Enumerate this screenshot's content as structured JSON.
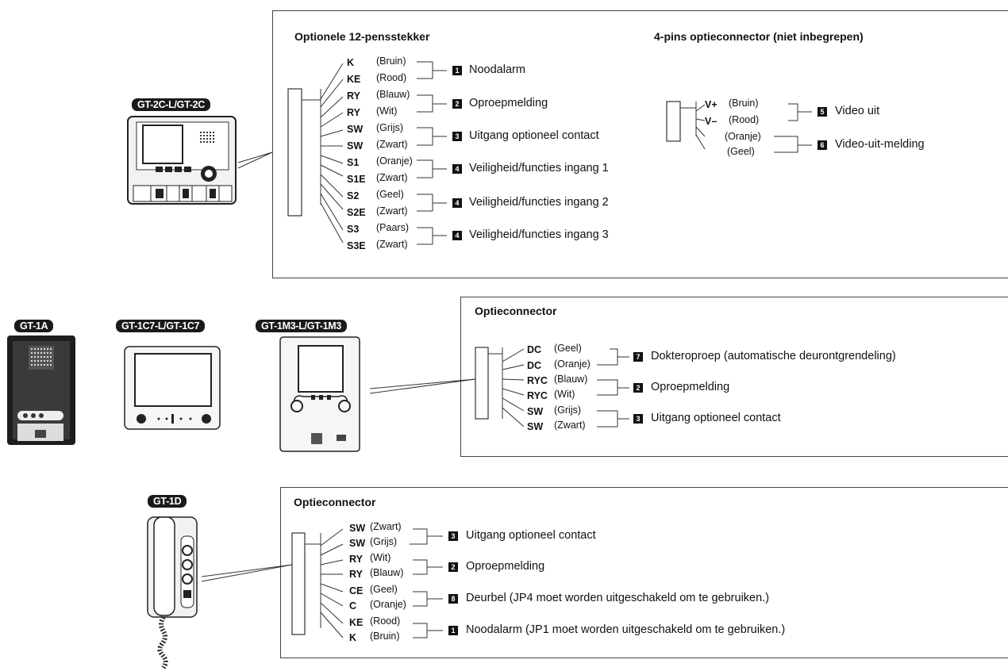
{
  "panel1": {
    "title_left": "Optionele 12-pensstekker",
    "title_right": "4-pins optieconnector (niet inbegrepen)",
    "device_label": "GT-2C-L/GT-2C",
    "wires": [
      {
        "code": "K",
        "color": "(Bruin)"
      },
      {
        "code": "KE",
        "color": "(Rood)"
      },
      {
        "code": "RY",
        "color": "(Blauw)"
      },
      {
        "code": "RY",
        "color": "(Wit)"
      },
      {
        "code": "SW",
        "color": "(Grijs)"
      },
      {
        "code": "SW",
        "color": "(Zwart)"
      },
      {
        "code": "S1",
        "color": "(Oranje)"
      },
      {
        "code": "S1E",
        "color": "(Zwart)"
      },
      {
        "code": "S2",
        "color": "(Geel)"
      },
      {
        "code": "S2E",
        "color": "(Zwart)"
      },
      {
        "code": "S3",
        "color": "(Paars)"
      },
      {
        "code": "S3E",
        "color": "(Zwart)"
      }
    ],
    "functions": [
      {
        "num": "1",
        "label": "Noodalarm"
      },
      {
        "num": "2",
        "label": "Oproepmelding"
      },
      {
        "num": "3",
        "label": "Uitgang optioneel contact"
      },
      {
        "num": "4",
        "label": "Veiligheid/functies ingang 1"
      },
      {
        "num": "4",
        "label": "Veiligheid/functies ingang 2"
      },
      {
        "num": "4",
        "label": "Veiligheid/functies ingang 3"
      }
    ],
    "four_pin_wires": [
      {
        "code": "V+",
        "color": "(Bruin)"
      },
      {
        "code": "V–",
        "color": "(Rood)"
      },
      {
        "code": "",
        "color": "(Oranje)"
      },
      {
        "code": "",
        "color": "(Geel)"
      }
    ],
    "four_pin_functions": [
      {
        "num": "5",
        "label": "Video uit"
      },
      {
        "num": "6",
        "label": "Video-uit-melding"
      }
    ]
  },
  "panel2": {
    "title": "Optieconnector",
    "device_labels": [
      "GT-1A",
      "GT-1C7-L/GT-1C7",
      "GT-1M3-L/GT-1M3"
    ],
    "wires": [
      {
        "code": "DC",
        "color": "(Geel)"
      },
      {
        "code": "DC",
        "color": "(Oranje)"
      },
      {
        "code": "RYC",
        "color": "(Blauw)"
      },
      {
        "code": "RYC",
        "color": "(Wit)"
      },
      {
        "code": "SW",
        "color": "(Grijs)"
      },
      {
        "code": "SW",
        "color": "(Zwart)"
      }
    ],
    "functions": [
      {
        "num": "7",
        "label": "Dokteroproep (automatische deurontgrendeling)"
      },
      {
        "num": "2",
        "label": "Oproepmelding"
      },
      {
        "num": "3",
        "label": "Uitgang optioneel contact"
      }
    ]
  },
  "panel3": {
    "title": "Optieconnector",
    "device_label": "GT-1D",
    "wires": [
      {
        "code": "SW",
        "color": "(Zwart)"
      },
      {
        "code": "SW",
        "color": "(Grijs)"
      },
      {
        "code": "RY",
        "color": "(Wit)"
      },
      {
        "code": "RY",
        "color": "(Blauw)"
      },
      {
        "code": "CE",
        "color": "(Geel)"
      },
      {
        "code": "C",
        "color": "(Oranje)"
      },
      {
        "code": "KE",
        "color": "(Rood)"
      },
      {
        "code": "K",
        "color": "(Bruin)"
      }
    ],
    "functions": [
      {
        "num": "3",
        "label": "Uitgang optioneel contact"
      },
      {
        "num": "2",
        "label": "Oproepmelding"
      },
      {
        "num": "8",
        "label": "Deurbel (JP4 moet worden uitgeschakeld om te gebruiken.)"
      },
      {
        "num": "1",
        "label": "Noodalarm (JP1 moet worden uitgeschakeld om te gebruiken.)"
      }
    ]
  }
}
